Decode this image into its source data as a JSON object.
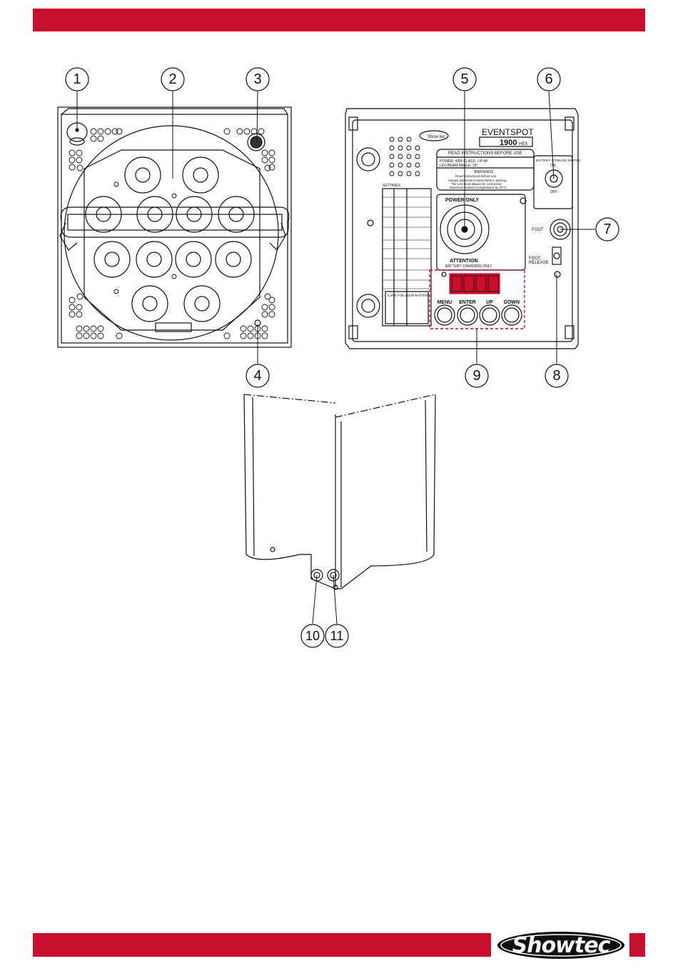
{
  "header": {
    "bar_color": "#c8102e"
  },
  "footer": {
    "logo_text": "Showtec",
    "logo_mark": "®",
    "bar_color": "#c8102e"
  },
  "callouts": [
    "1",
    "2",
    "3",
    "4",
    "5",
    "6",
    "7",
    "8",
    "9",
    "10",
    "11"
  ],
  "rear_panel": {
    "brand_badge": "Show tec",
    "model": "EVENTSPOT",
    "model_number": "1900",
    "model_suffix": "HEX",
    "read_title": "READ INSTRUCTIONS BEFORE USE",
    "power_line": "POWER: 48W    CLASS: I    IP:44",
    "beam_line": "LED BEAM ANGLE: 18°",
    "warning_title": "WARNINGS",
    "warning_1": "Read instructions before use",
    "warning_2": "Always disconnect mains before opening",
    "warning_3": "The unit must always be connected",
    "warning_4": "Maximum ambient temperature ta=40°C",
    "power_only": "POWER ONLY",
    "attention": "ATTENTION",
    "battery_charging": "BATTERY CHARGING ONLY",
    "switch_title": "BATTERY STORAGE SWITCH",
    "switch_on": "ON",
    "switch_off": "OFF",
    "foot_label": "FOOT",
    "foot_release_1": "FOOT",
    "foot_release_2": "RELEASE",
    "menu_title": "SETTINGS",
    "battery_care_title": "CARE FOR YOUR BATTERY",
    "buttons": [
      "MENU",
      "ENTER",
      "UP",
      "DOWN"
    ]
  }
}
